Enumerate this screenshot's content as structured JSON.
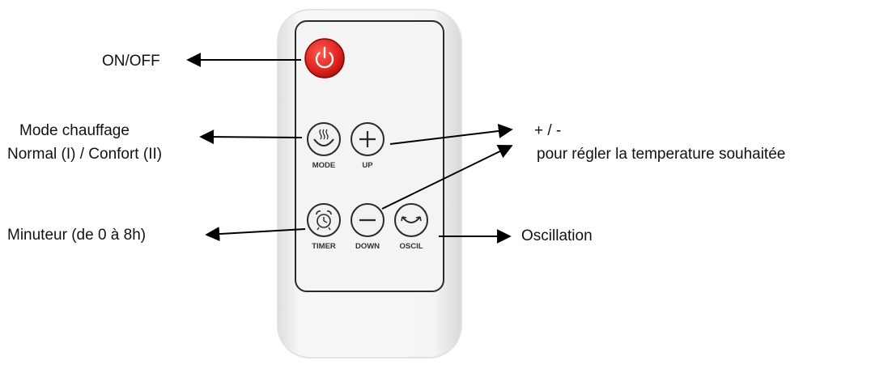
{
  "labels": {
    "on_off": "ON/OFF",
    "mode_line1": "Mode chauffage",
    "mode_line2": "Normal (I) / Confort (II)",
    "plus_minus_line1": "+ / -",
    "plus_minus_line2": "pour régler la temperature souhaitée",
    "timer": "Minuteur (de 0 à 8h)",
    "oscillation": "Oscillation"
  },
  "buttons": {
    "mode": "MODE",
    "up": "UP",
    "timer": "TIMER",
    "down": "DOWN",
    "oscil": "OSCIL"
  },
  "colors": {
    "power_button": "#e0201c",
    "remote_body": "#f4f4f4",
    "outline": "#2a2a2a",
    "arrow": "#000000"
  }
}
